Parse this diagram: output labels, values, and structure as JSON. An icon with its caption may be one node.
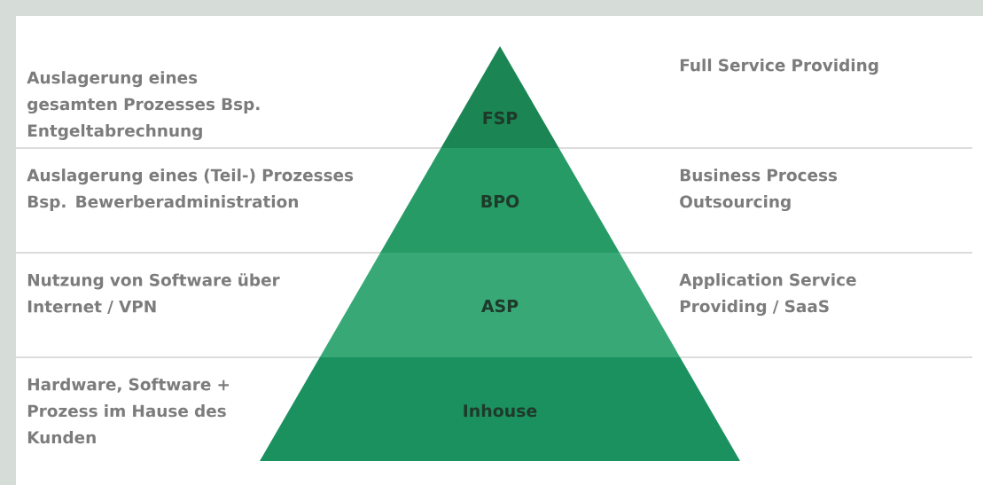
{
  "diagram": {
    "nodes": [
      {
        "text": [
          "FSP"
        ]
      },
      {
        "text": [
          "BPO"
        ]
      },
      {
        "text": [
          "ASP"
        ]
      },
      {
        "text": [
          "Inhouse"
        ]
      }
    ],
    "edges": [],
    "labels": [
      "Auslagerung eines gesamten Prozesses Bsp. Entgeltabrechnung",
      "Full Service Providing",
      "Auslagerung eines (Teil-) Prozesses Bsp. Bewerberadministration",
      "Business Process Outsourcing",
      "Nutzung von Software über Internet / VPN",
      "Application Service Providing / SaaS",
      "Hardware, Software + Prozess im Hause des Kunden"
    ]
  }
}
